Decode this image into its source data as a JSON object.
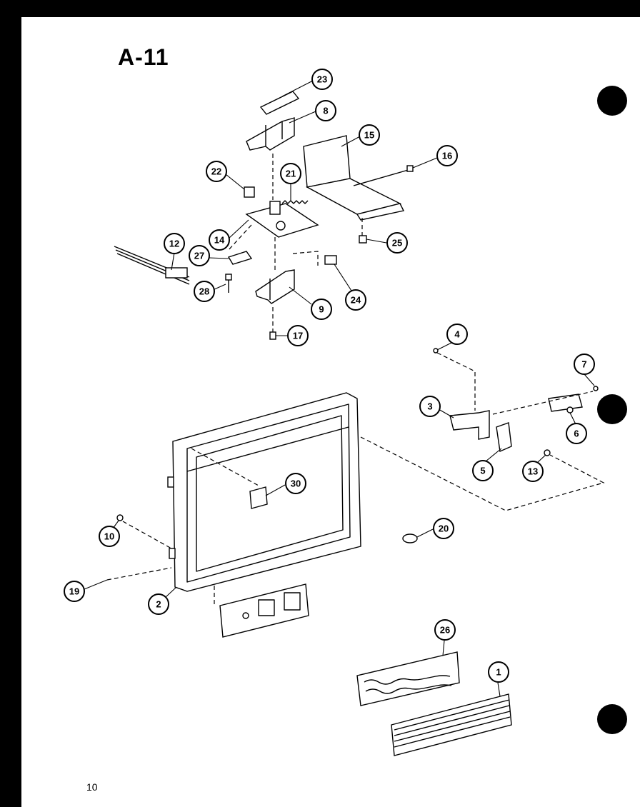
{
  "page": {
    "title": "A-11",
    "page_number": "10"
  },
  "callouts": [
    {
      "label": "23"
    },
    {
      "label": "8"
    },
    {
      "label": "15"
    },
    {
      "label": "16"
    },
    {
      "label": "22"
    },
    {
      "label": "21"
    },
    {
      "label": "12"
    },
    {
      "label": "14"
    },
    {
      "label": "27"
    },
    {
      "label": "25"
    },
    {
      "label": "28"
    },
    {
      "label": "24"
    },
    {
      "label": "9"
    },
    {
      "label": "17"
    },
    {
      "label": "4"
    },
    {
      "label": "7"
    },
    {
      "label": "3"
    },
    {
      "label": "6"
    },
    {
      "label": "5"
    },
    {
      "label": "13"
    },
    {
      "label": "30"
    },
    {
      "label": "10"
    },
    {
      "label": "20"
    },
    {
      "label": "19"
    },
    {
      "label": "2"
    },
    {
      "label": "26"
    },
    {
      "label": "1"
    }
  ]
}
